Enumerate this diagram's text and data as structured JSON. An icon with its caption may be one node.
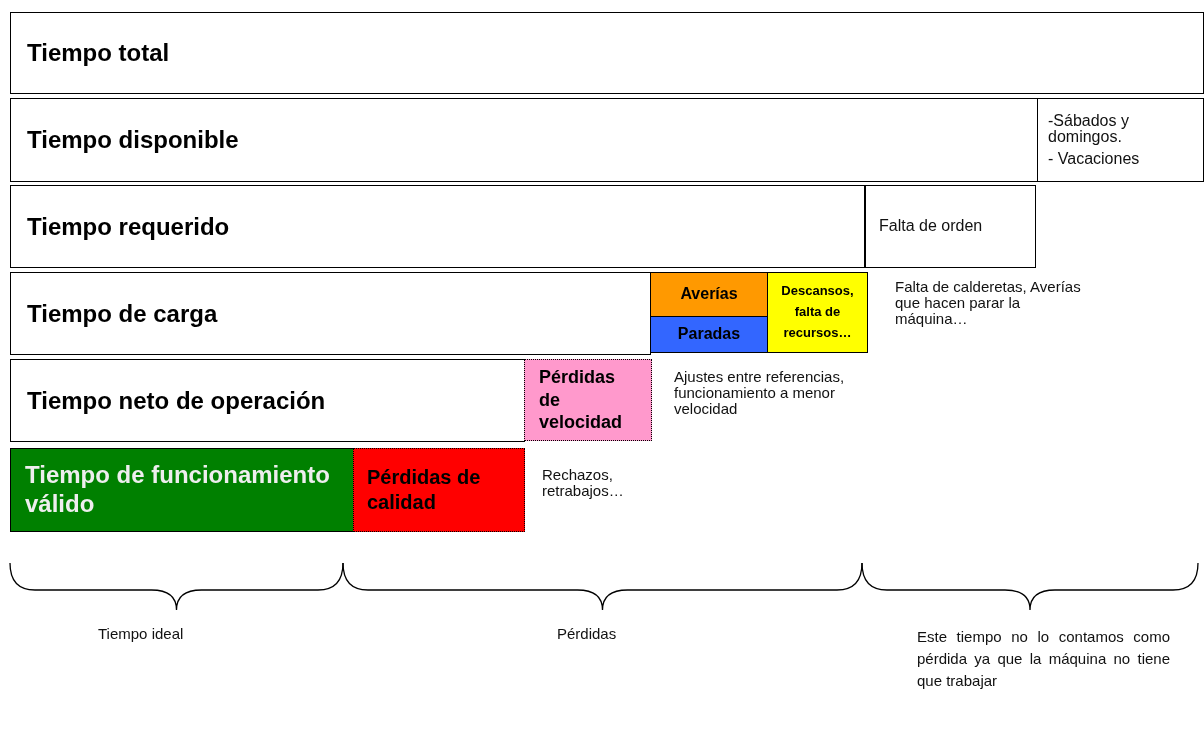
{
  "diagram": {
    "nodes": [
      {
        "text": [
          "Tiempo total"
        ]
      },
      {
        "text": [
          "Tiempo disponible"
        ]
      },
      {
        "text": [
          "-Sábados y domingos.",
          "- Vacaciones"
        ]
      },
      {
        "text": [
          "Tiempo requerido"
        ]
      },
      {
        "text": [
          "Falta de orden"
        ]
      },
      {
        "text": [
          "Tiempo de carga"
        ]
      },
      {
        "text": [
          "Averías"
        ]
      },
      {
        "text": [
          "Paradas"
        ]
      },
      {
        "text": [
          "Descansos, falta de recursos…"
        ]
      },
      {
        "text": [
          "Tiempo neto de operación"
        ]
      },
      {
        "text": [
          "Pérdidas de velocidad"
        ]
      },
      {
        "text": [
          "Tiempo de funcionamiento válido"
        ]
      },
      {
        "text": [
          "Pérdidas de calidad"
        ]
      }
    ],
    "labels": [
      "Falta de calderetas, Averías que hacen parar la máquina…",
      "Ajustes entre referencias, funcionamiento a menor velocidad",
      "Rechazos, retrabajos…",
      "Tiempo ideal",
      "Pérdidas",
      "Este tiempo no lo contamos como pérdida ya que la máquina no tiene que trabajar"
    ]
  }
}
